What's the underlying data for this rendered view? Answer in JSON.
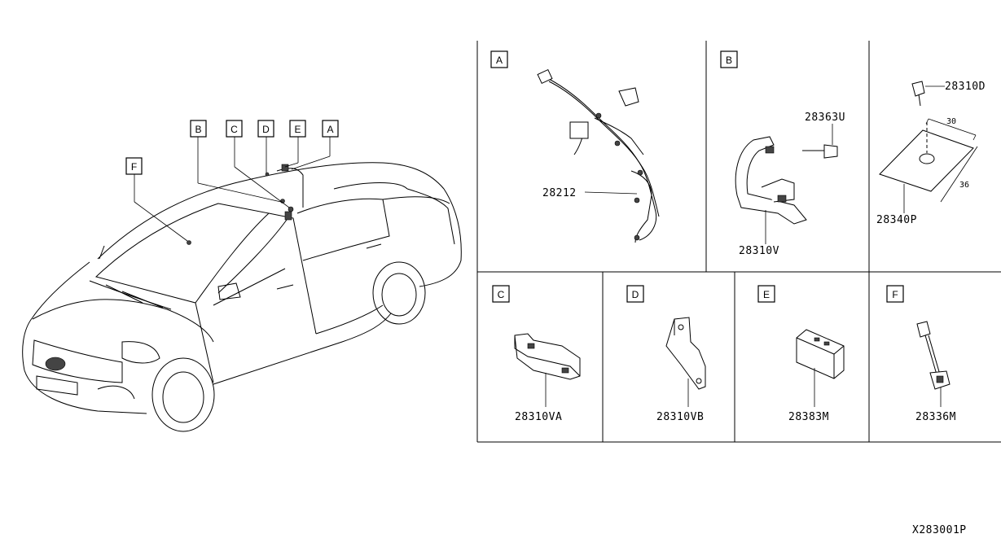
{
  "car_callouts": {
    "b": "B",
    "c": "C",
    "d": "D",
    "e": "E",
    "a": "A",
    "f": "F"
  },
  "panels": {
    "a": {
      "tag": "A",
      "parts": [
        "28212"
      ]
    },
    "b": {
      "tag": "B",
      "parts": [
        "28363U",
        "28310V"
      ]
    },
    "mat": {
      "parts": [
        "28310D",
        "28340P"
      ],
      "dimensions": [
        "30",
        "36"
      ]
    },
    "c": {
      "tag": "C",
      "parts": [
        "28310VA"
      ]
    },
    "d": {
      "tag": "D",
      "parts": [
        "28310VB"
      ]
    },
    "e": {
      "tag": "E",
      "parts": [
        "28383M"
      ]
    },
    "f": {
      "tag": "F",
      "parts": [
        "28336M"
      ]
    }
  },
  "diagram_id": "X283001P"
}
